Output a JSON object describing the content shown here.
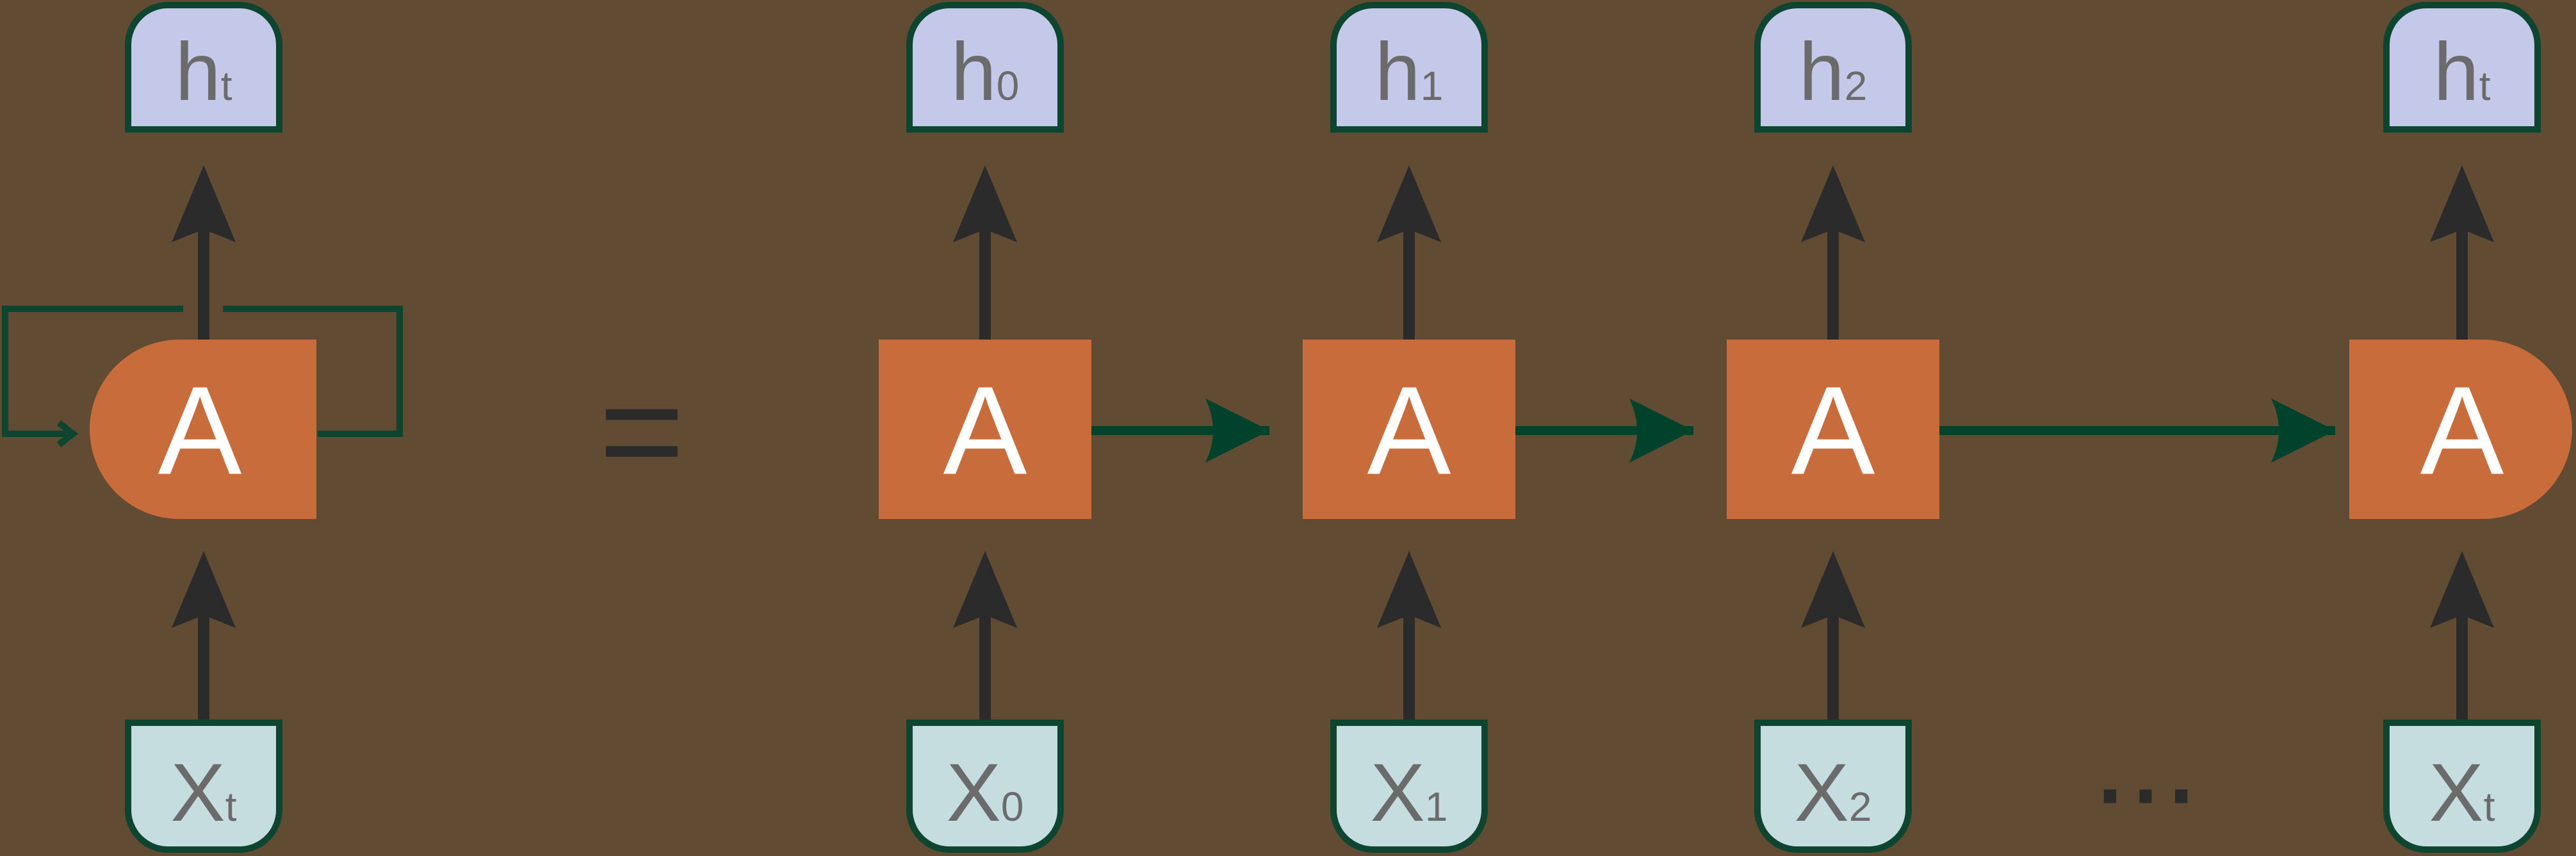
{
  "colors": {
    "background": "#614b33",
    "cell_fill": "#c96c3b",
    "cell_text": "#ffffff",
    "output_fill": "#c5c9e9",
    "input_fill": "#c6dde0",
    "node_border": "#0d4530",
    "vertical_arrow": "#2b2b2b",
    "recurrent_arrow": "#00422c"
  },
  "equals_sign": "=",
  "ellipsis": "...",
  "folded": {
    "cell_label": "A",
    "output": {
      "main": "h",
      "sub": "t"
    },
    "input": {
      "main": "X",
      "sub": "t"
    }
  },
  "unrolled": [
    {
      "cell_label": "A",
      "output": {
        "main": "h",
        "sub": "0"
      },
      "input": {
        "main": "X",
        "sub": "0"
      }
    },
    {
      "cell_label": "A",
      "output": {
        "main": "h",
        "sub": "1"
      },
      "input": {
        "main": "X",
        "sub": "1"
      }
    },
    {
      "cell_label": "A",
      "output": {
        "main": "h",
        "sub": "2"
      },
      "input": {
        "main": "X",
        "sub": "2"
      }
    },
    {
      "cell_label": "A",
      "output": {
        "main": "h",
        "sub": "t"
      },
      "input": {
        "main": "X",
        "sub": "t"
      }
    }
  ]
}
